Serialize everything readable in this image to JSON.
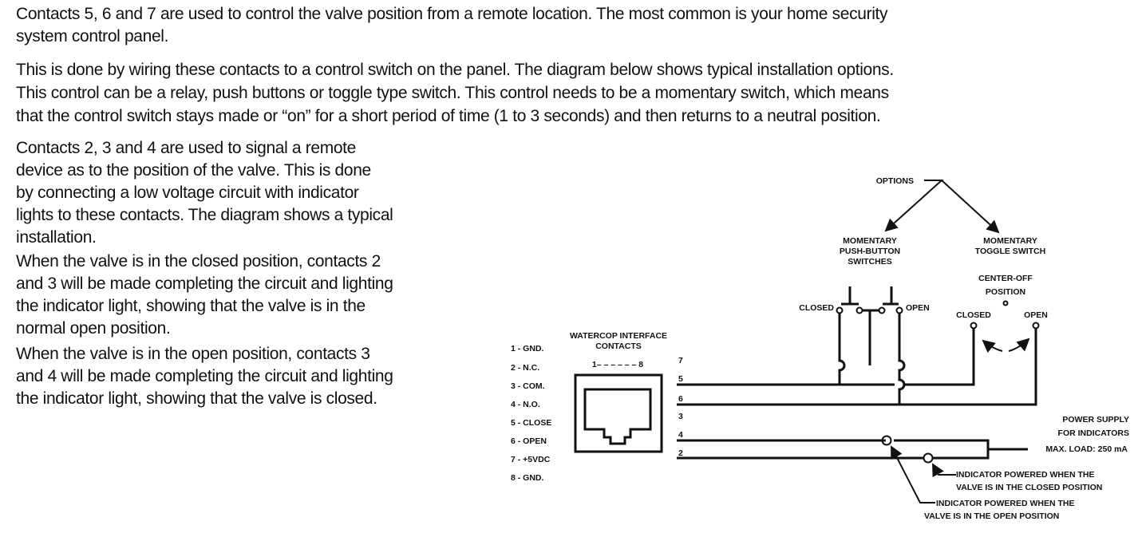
{
  "intro": {
    "para1": [
      "Contacts 5, 6 and 7 are used to control the valve position from a remote location. The most common is your home security",
      "system control panel."
    ],
    "para2": [
      "This is done by wiring these contacts to a control switch on the panel. The diagram below shows typical installation options.",
      "This control can be a relay, push buttons or toggle type switch. This control needs to be a momentary switch, which means",
      "that the control switch stays made or “on” for a short period of time (1 to 3 seconds) and then returns to a neutral position."
    ]
  },
  "left_column": {
    "para1": [
      "Contacts 2, 3 and 4 are used to signal a remote",
      "device as to the position of the valve. This is done",
      "by connecting a low voltage circuit with indicator",
      "lights to these contacts. The diagram shows a typical",
      "installation."
    ],
    "para2": [
      "When the valve is in the closed position, contacts 2",
      "and 3 will be made completing the circuit and lighting",
      "the indicator light, showing that the valve is in the",
      "normal open position."
    ],
    "para3": [
      "When the valve is in the open position, contacts 3",
      "and 4 will be made completing the circuit and lighting",
      "the indicator light, showing that the valve is closed."
    ]
  },
  "diagram": {
    "pin_legend": [
      "1 - GND.",
      "2 - N.C.",
      "3 - COM.",
      "4 - N.O.",
      "5 - CLOSE",
      "6 - OPEN",
      "7 - +5VDC",
      "8 - GND."
    ],
    "connector_title": [
      "WATERCOP INTERFACE",
      "CONTACTS"
    ],
    "connector_range": "1– – – – – – 8",
    "wire_numbers": [
      "7",
      "5",
      "6",
      "3",
      "4",
      "2"
    ],
    "options_label": "OPTIONS",
    "pushbutton_title": [
      "MOMENTARY",
      "PUSH-BUTTON",
      "SWITCHES"
    ],
    "toggle_title": [
      "MOMENTARY",
      "TOGGLE SWITCH"
    ],
    "center_off": [
      "CENTER-OFF",
      "POSITION"
    ],
    "pb_closed": "CLOSED",
    "pb_open": "OPEN",
    "tg_closed": "CLOSED",
    "tg_open": "OPEN",
    "power_supply": [
      "POWER SUPPLY",
      "FOR INDICATORS",
      "MAX. LOAD: 250 mA"
    ],
    "indicator_closed": [
      "INDICATOR POWERED WHEN THE",
      "VALVE IS IN THE CLOSED POSITION"
    ],
    "indicator_open": [
      "INDICATOR POWERED WHEN THE",
      "VALVE IS IN THE OPEN POSITION"
    ]
  }
}
